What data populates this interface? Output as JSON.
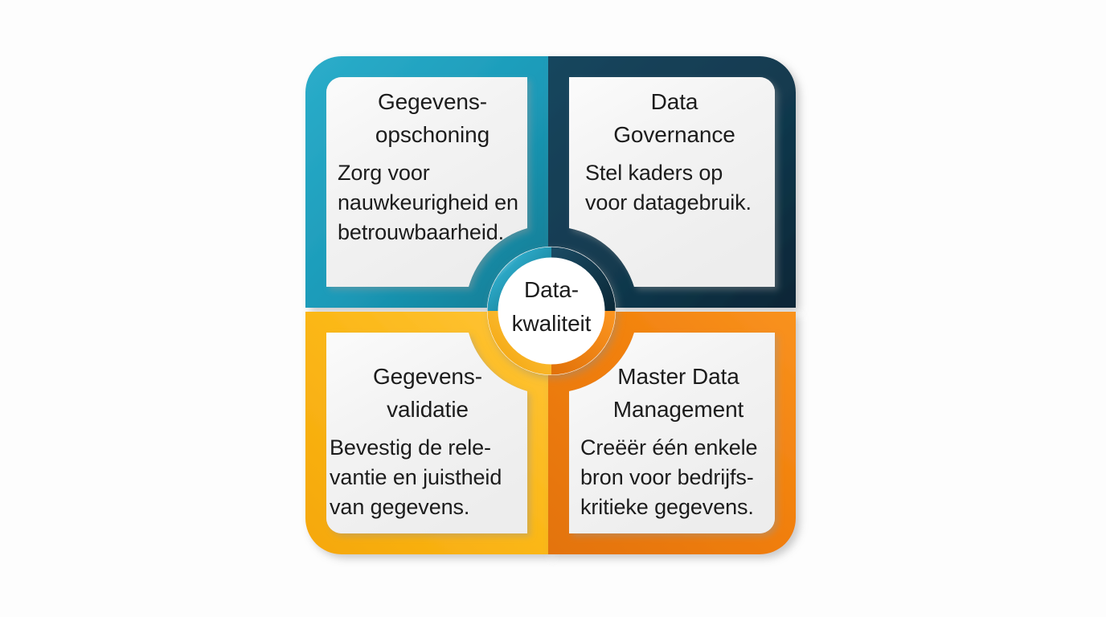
{
  "diagram": {
    "kind": "four-quadrant-cycle",
    "background_color": "#fdfdfd",
    "center": {
      "label": "Data-\nkwaliteit",
      "fill_color": "#ffffff"
    },
    "quadrants": [
      {
        "position": "top-left",
        "title": "Gegevens-\nopschoning",
        "body": "Zorg voor\nnauwkeurigheid en\nbetrouwbaarheid.",
        "color": "#1b9ab8",
        "color_dark": "#147e99",
        "card_color": "#f4f4f4"
      },
      {
        "position": "top-right",
        "title": "Data\nGovernance",
        "body": "Stel kaders op\nvoor datagebruik.",
        "color": "#123a4f",
        "color_dark": "#0c2a3a",
        "card_color": "#f4f4f4"
      },
      {
        "position": "bottom-left",
        "title": "Gegevens-\nvalidatie",
        "body": "Bevestig de rele-\nvantie en juistheid\nvan gegevens.",
        "color": "#fbb716",
        "color_dark": "#e0a00d",
        "card_color": "#f4f4f4"
      },
      {
        "position": "bottom-right",
        "title": "Master Data\nManagement",
        "body": "Creëër één enkele\nbron voor bedrijfs-\nkritieke gegevens.",
        "color": "#f07e0a",
        "color_dark": "#d46b05",
        "card_color": "#f4f4f4"
      }
    ]
  }
}
